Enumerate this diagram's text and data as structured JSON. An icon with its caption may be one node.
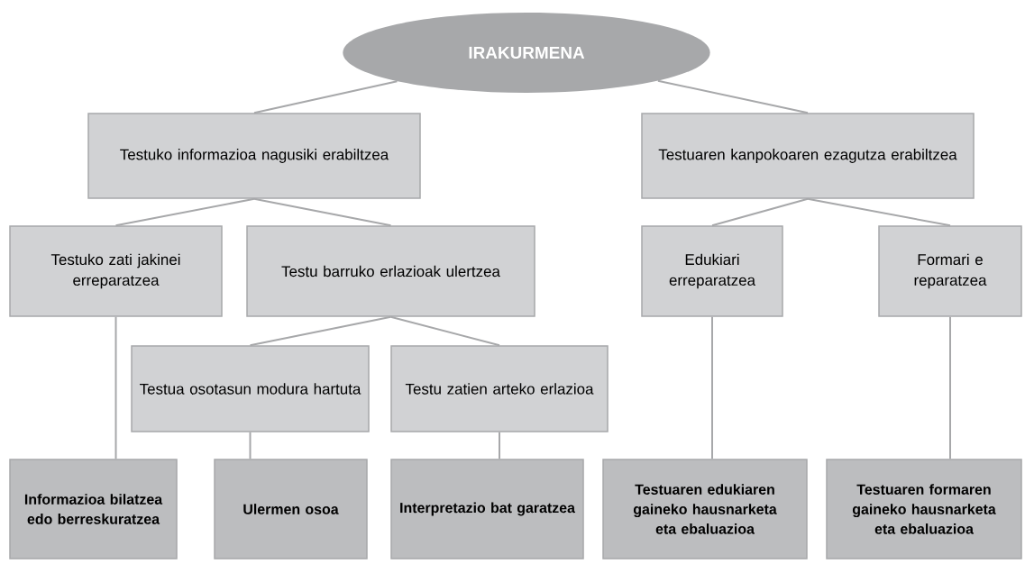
{
  "diagram": {
    "nodes": [
      {
        "text": [
          "IRAKURMENA"
        ]
      },
      {
        "text": [
          "Testuko informazioa nagusiki erabiltzea"
        ]
      },
      {
        "text": [
          "Testuaren kanpokoaren ezagutza erabiltzea"
        ]
      },
      {
        "text": [
          "Testuko zati jakinei erreparatzea"
        ]
      },
      {
        "text": [
          "Testu barruko erlazioak ulertzea"
        ]
      },
      {
        "text": [
          "Edukiari erreparatzea"
        ]
      },
      {
        "text": [
          "Formari e reparatzea"
        ]
      },
      {
        "text": [
          "Testua osotasun modura hartuta"
        ]
      },
      {
        "text": [
          "Testu zatien arteko erlazioa"
        ]
      },
      {
        "text": [
          "Informazioa bilatzea edo berreskuratzea"
        ]
      },
      {
        "text": [
          "Ulermen osoa"
        ]
      },
      {
        "text": [
          "Interpretazio bat garatzea"
        ]
      },
      {
        "text": [
          "Testuaren edukiaren gaineko hausnarketa eta ebaluazioa"
        ]
      },
      {
        "text": [
          "Testuaren formaren gaineko hausnarketa eta ebaluazioa"
        ]
      }
    ],
    "edges": [
      {
        "from": 0,
        "to": 1,
        "arrow": "none"
      },
      {
        "from": 0,
        "to": 2,
        "arrow": "none"
      },
      {
        "from": 1,
        "to": 3,
        "arrow": "none"
      },
      {
        "from": 1,
        "to": 4,
        "arrow": "none"
      },
      {
        "from": 2,
        "to": 5,
        "arrow": "none"
      },
      {
        "from": 2,
        "to": 6,
        "arrow": "none"
      },
      {
        "from": 4,
        "to": 7,
        "arrow": "none"
      },
      {
        "from": 4,
        "to": 8,
        "arrow": "none"
      },
      {
        "from": 3,
        "to": 9,
        "arrow": "none"
      },
      {
        "from": 7,
        "to": 10,
        "arrow": "none"
      },
      {
        "from": 8,
        "to": 11,
        "arrow": "none"
      },
      {
        "from": 5,
        "to": 12,
        "arrow": "none"
      },
      {
        "from": 6,
        "to": 13,
        "arrow": "none"
      }
    ]
  }
}
